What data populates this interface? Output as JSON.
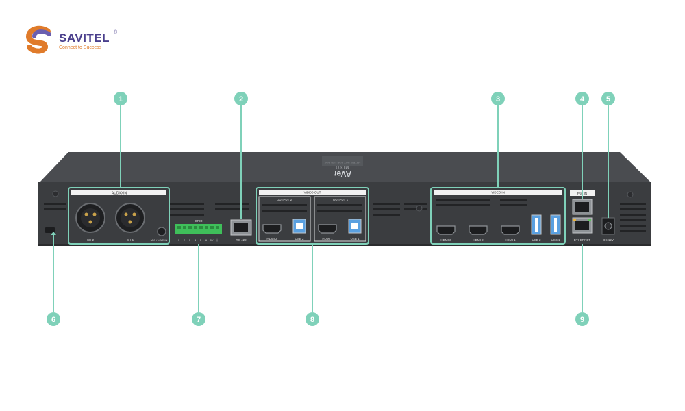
{
  "brand": {
    "name": "SAVITEL",
    "trademark": "®",
    "tagline": "Connect to Success"
  },
  "device": {
    "top_logo": "AVer",
    "top_model": "MT300",
    "top_caption": "MATRIX BOX FOR USB BOX"
  },
  "panel": {
    "audio_in_title": "AUDIO IN",
    "ch2": "CH 2",
    "ch1": "CH 1",
    "mic_line_in": "MIC / LINE IN",
    "gpio_title": "GPIO",
    "gpio_pins": [
      "1",
      "2",
      "3",
      "4",
      "5",
      "6",
      "5V",
      "⏚"
    ],
    "rs422": "RS-422",
    "video_out_title": "VIDEO OUT",
    "output2_title": "OUTPUT 2",
    "output1_title": "OUTPUT 1",
    "out2_hdmi": "HDMI 2",
    "out2_usb": "USB 2",
    "out1_hdmi": "HDMI 1",
    "out1_usb": "USB 1",
    "video_in_title": "VIDEO IN",
    "in_hdmi3": "HDMI 3",
    "in_hdmi2": "HDMI 2",
    "in_hdmi1": "HDMI 1",
    "in_usb2": "USB 2",
    "in_usb1": "USB 1",
    "poe_label": "PoE IN",
    "ethernet": "ETHERNET",
    "dc": "DC 12V"
  },
  "callouts": [
    "1",
    "2",
    "3",
    "4",
    "5",
    "6",
    "7",
    "8",
    "9"
  ],
  "colors": {
    "callout": "#7fd1b9",
    "chassis": "#3b3d40",
    "chassis_top": "#4a4c50",
    "port": "#1c1d1f",
    "usb_blue": "#5aa0e0",
    "gpio_green": "#3fbf5a",
    "brand_purple": "#4a3f8c",
    "brand_orange": "#e07b2a"
  }
}
